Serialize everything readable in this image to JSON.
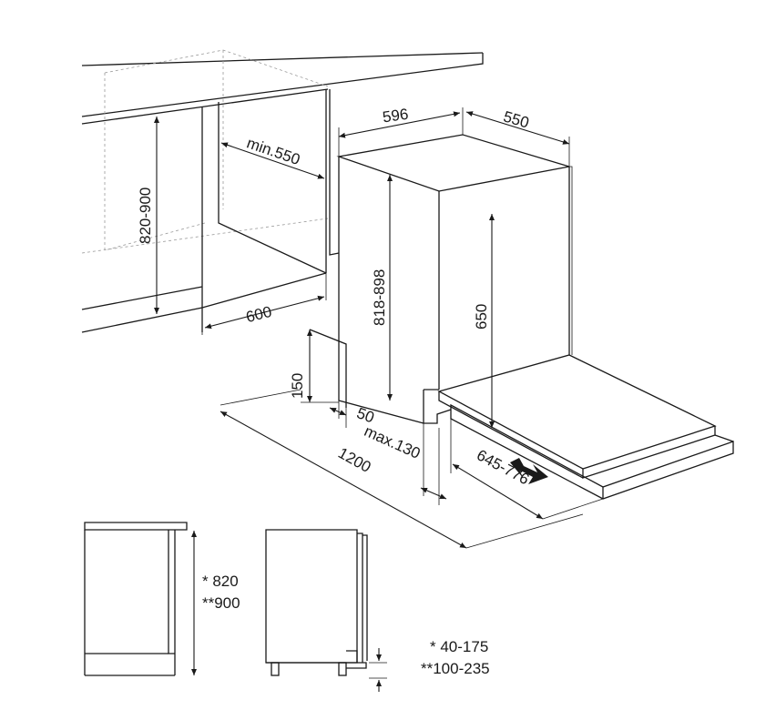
{
  "dimensions": {
    "d596": "596",
    "d550": "550",
    "min550": "min.550",
    "d820_900": "820-900",
    "d818_898": "818-898",
    "d650": "650",
    "d600": "600",
    "d150": "150",
    "d50": "50",
    "max130": "max.130",
    "d1200": "1200",
    "d645_776": "645-776"
  },
  "notes": {
    "h1": "* 820",
    "h2": "**900",
    "f1": "*  40-175",
    "f2": "**100-235"
  }
}
